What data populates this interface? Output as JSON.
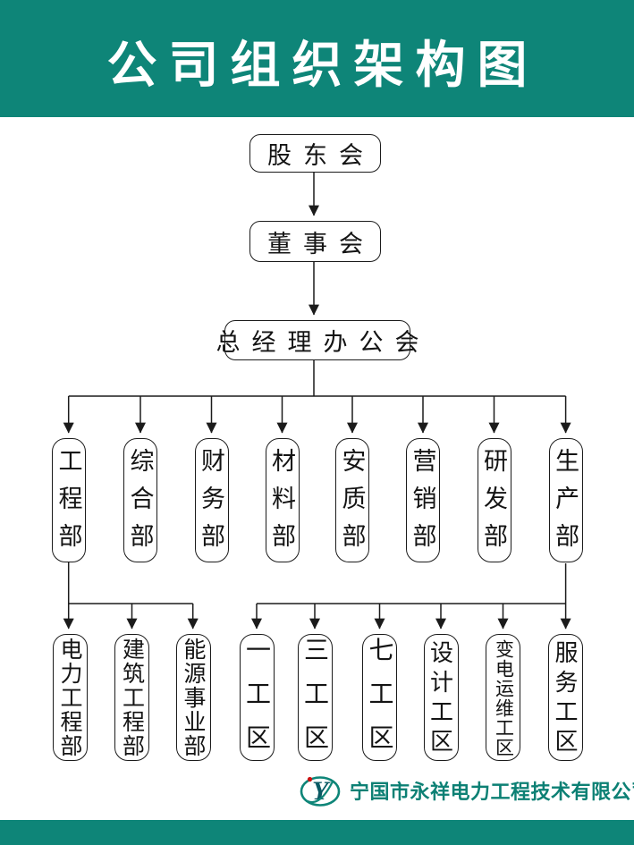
{
  "poster": {
    "title": "公司组织架构图",
    "colors": {
      "header_bg": "#0E8578",
      "bottom_bar": "#0E8578",
      "company_text": "#0C8074",
      "box_border": "#1B1B1B",
      "connector_line": "#1B1B1B",
      "logo_red_dot": "#CC1111"
    }
  },
  "org_chart": {
    "top_nodes": [
      {
        "label": "股东会"
      },
      {
        "label": "董事会"
      },
      {
        "label": "总经理办公会"
      }
    ],
    "departments": [
      {
        "label": "工程部"
      },
      {
        "label": "综合部"
      },
      {
        "label": "财务部"
      },
      {
        "label": "材料部"
      },
      {
        "label": "安质部"
      },
      {
        "label": "营销部"
      },
      {
        "label": "研发部"
      },
      {
        "label": "生产部"
      }
    ],
    "engineering_sub": [
      {
        "label": "电力工程部"
      },
      {
        "label": "建筑工程部"
      },
      {
        "label": "能源事业部"
      }
    ],
    "production_sub": [
      {
        "label": "一工区"
      },
      {
        "label": "三工区"
      },
      {
        "label": "七工区"
      },
      {
        "label": "设计工区"
      },
      {
        "label": "变电运维工区"
      },
      {
        "label": "服务工区"
      }
    ]
  },
  "footer": {
    "company_name": "宁国市永祥电力工程技术有限公司",
    "logo_letter": "Y"
  }
}
